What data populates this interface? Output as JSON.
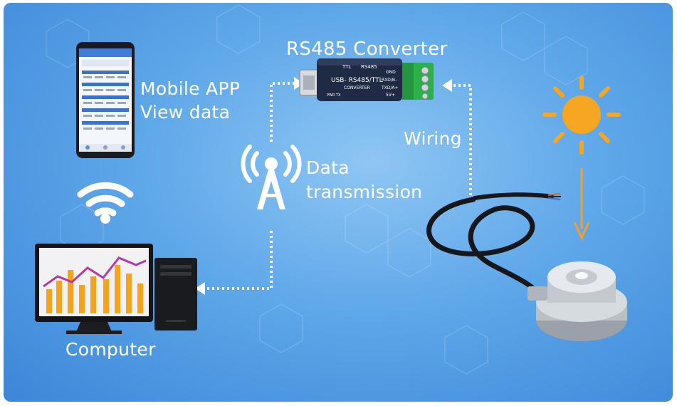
{
  "labels": {
    "converter": "RS485 Converter",
    "mobile_line1": "Mobile APP",
    "mobile_line2": "View data",
    "wiring": "Wiring",
    "data_line1": "Data",
    "data_line2": "transmission",
    "computer": "Computer"
  },
  "device_text": {
    "ttl": "TTL",
    "rs485": "RS485",
    "usb_title": "USB- RS485/TTL",
    "converter_caps": "CONVERTER",
    "gnd": "GND",
    "rxd": "RXD/B-",
    "txd": "TXD/A+",
    "v5": "5V+",
    "pwr": "PWR  TX"
  },
  "icons": [
    "sun-icon",
    "wifi-icon",
    "antenna-icon",
    "arrow-down-icon"
  ],
  "colors": {
    "background": "#5ea7e9",
    "sun": "#f5a623",
    "dashed_line": "#ffffff",
    "terminal": "#2bb04a"
  }
}
